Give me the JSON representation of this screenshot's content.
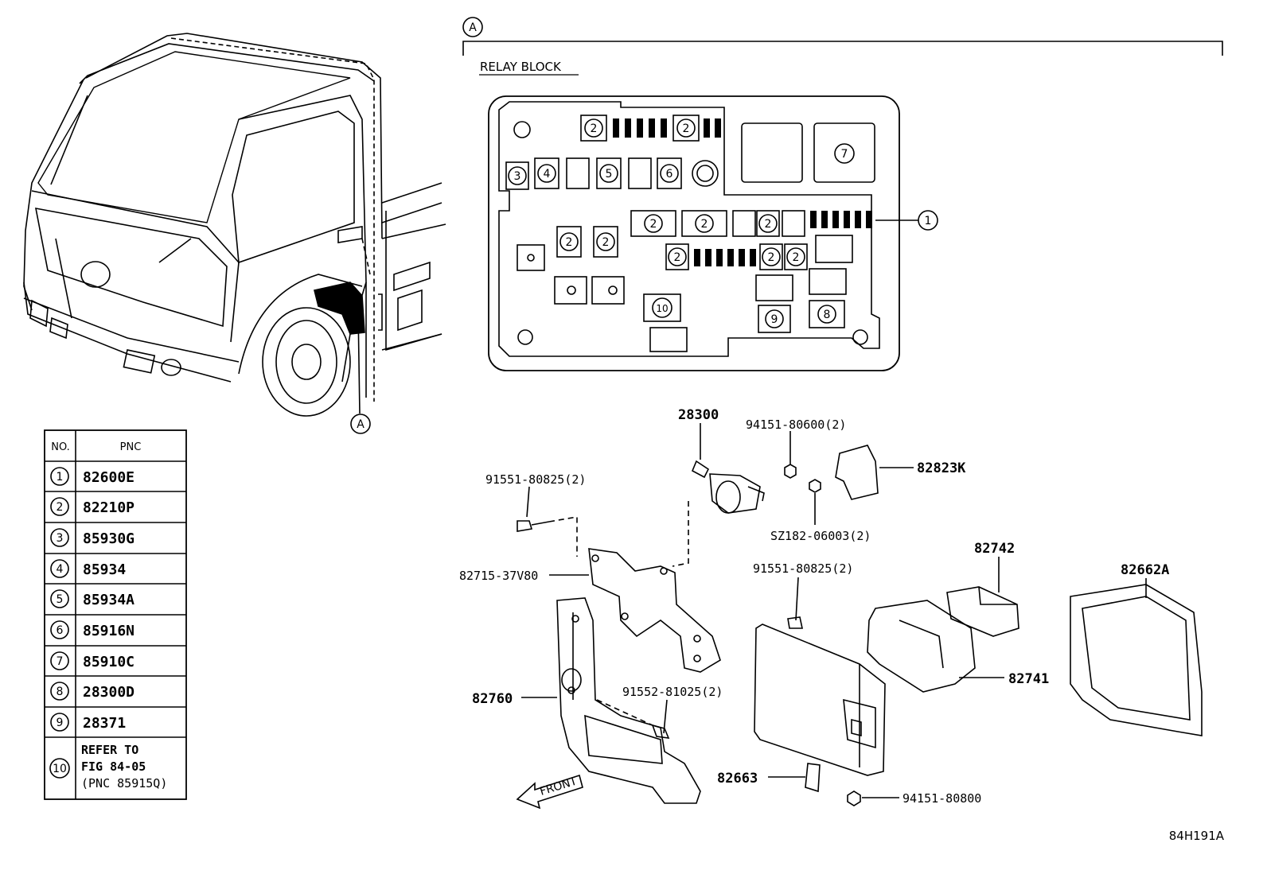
{
  "section_marker": "A",
  "relay_block_title": "RELAY BLOCK",
  "truck_callout": "A",
  "relay_callout_1": "1",
  "relay_numbers": [
    "2",
    "2",
    "3",
    "4",
    "5",
    "6",
    "7",
    "2",
    "2",
    "2",
    "2",
    "2",
    "2",
    "2",
    "2",
    "10",
    "9",
    "8"
  ],
  "parts": {
    "p28300": "28300",
    "p94151_80600": "94151-80600(2)",
    "p82823k": "82823K",
    "p91551_a": "91551-80825(2)",
    "psz182": "SZ182-06003(2)",
    "p82742": "82742",
    "p82662a": "82662A",
    "p82715": "82715-37V80",
    "p91551_b": "91551-80825(2)",
    "p82741": "82741",
    "p82760": "82760",
    "p91552": "91552-81025(2)",
    "p82663": "82663",
    "p94151_80800": "94151-80800",
    "front": "FRONT"
  },
  "table": {
    "header_no": "NO.",
    "header_pnc": "PNC",
    "rows": [
      {
        "no": "1",
        "pnc": "82600E"
      },
      {
        "no": "2",
        "pnc": "82210P"
      },
      {
        "no": "3",
        "pnc": "85930G"
      },
      {
        "no": "4",
        "pnc": "85934"
      },
      {
        "no": "5",
        "pnc": "85934A"
      },
      {
        "no": "6",
        "pnc": "85916N"
      },
      {
        "no": "7",
        "pnc": "85910C"
      },
      {
        "no": "8",
        "pnc": "28300D"
      },
      {
        "no": "9",
        "pnc": "28371"
      }
    ],
    "row10_no": "10",
    "row10_line1": "REFER TO",
    "row10_line2": "FIG 84-05",
    "row10_line3": "(PNC 85915Q)"
  },
  "figure_code": "84H191A"
}
